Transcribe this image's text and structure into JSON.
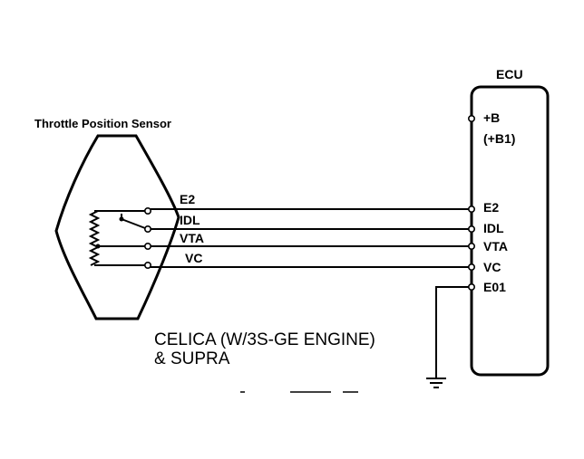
{
  "sensor": {
    "title": "Throttle Position Sensor"
  },
  "ecu": {
    "title": "ECU",
    "plusb": "+B",
    "plusb1": "(+B1)"
  },
  "signals": [
    {
      "sensor_label": "E2",
      "ecu_label": "E2"
    },
    {
      "sensor_label": "IDL",
      "ecu_label": "IDL"
    },
    {
      "sensor_label": "VTA",
      "ecu_label": "VTA"
    },
    {
      "sensor_label": "VC",
      "ecu_label": "VC"
    }
  ],
  "ground_pin": {
    "label": "E01"
  },
  "caption": {
    "line1": "CELICA (W/3S-GE ENGINE)",
    "line2": "& SUPRA"
  }
}
